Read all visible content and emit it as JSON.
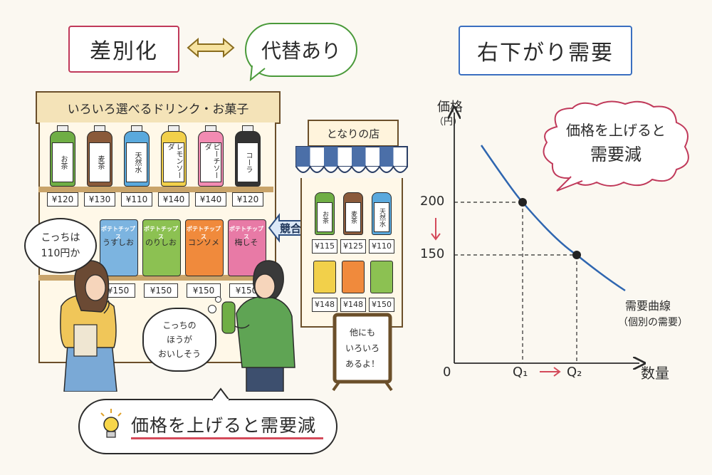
{
  "header": {
    "differentiation": "差別化",
    "substitute": "代替あり",
    "downward_demand": "右下がり需要"
  },
  "left_shop": {
    "sign": "いろいろ選べるドリンク・お菓子",
    "drinks": [
      {
        "label": "お茶",
        "price": "¥120",
        "color": "#6fae45"
      },
      {
        "label": "麦茶",
        "price": "¥130",
        "color": "#8a5a3a"
      },
      {
        "label": "天然水",
        "price": "¥110",
        "color": "#5aa9dd"
      },
      {
        "label": "レモンソーダ",
        "price": "¥140",
        "color": "#f2d04a"
      },
      {
        "label": "ピーチソーダ",
        "price": "¥140",
        "color": "#f28bb2"
      },
      {
        "label": "コーラ",
        "price": "¥120",
        "color": "#333333"
      }
    ],
    "snacks": [
      {
        "brand": "ポテトチップス",
        "flavor": "うすしお",
        "price": "¥150",
        "color": "#7cb4e0"
      },
      {
        "brand": "ポテトチップス",
        "flavor": "のりしお",
        "price": "¥150",
        "color": "#8cc152"
      },
      {
        "brand": "ポテトチップス",
        "flavor": "コンソメ",
        "price": "¥150",
        "color": "#f08a3c"
      },
      {
        "brand": "ポテトチップス",
        "flavor": "梅しそ",
        "price": "¥150",
        "color": "#e87aa6"
      }
    ]
  },
  "competition_label": "競合",
  "neighbor_shop": {
    "sign": "となりの店",
    "drinks": [
      {
        "label": "お茶",
        "price": "¥115",
        "color": "#6fae45"
      },
      {
        "label": "麦茶",
        "price": "¥125",
        "color": "#8a5a3a"
      },
      {
        "label": "天然水",
        "price": "¥110",
        "color": "#5aa9dd"
      }
    ],
    "snacks": [
      {
        "price": "¥148",
        "color": "#f2d04a"
      },
      {
        "price": "¥148",
        "color": "#f08a3c"
      },
      {
        "price": "¥150",
        "color": "#8cc152"
      }
    ],
    "board": [
      "他にも",
      "いろいろ",
      "あるよ！"
    ]
  },
  "woman_speech": [
    "こっちは",
    "110円か"
  ],
  "man_thought": [
    "こっちの",
    "ほうが",
    "おいしそう"
  ],
  "bottom_note": "価格を上げると需要減",
  "chart_data": {
    "type": "line",
    "ylabel": "価格",
    "yunit": "（円）",
    "xlabel": "数量",
    "origin_label": "0",
    "y_ticks": [
      "200",
      "150"
    ],
    "x_ticks": [
      "Q₁",
      "Q₂"
    ],
    "points": [
      {
        "x": "Q₁",
        "y": 200
      },
      {
        "x": "Q₂",
        "y": 150
      }
    ],
    "series": [
      {
        "name": "需要曲線",
        "note": "（個別の需要）"
      }
    ],
    "callout": [
      "価格を上げると",
      "需要減"
    ]
  }
}
